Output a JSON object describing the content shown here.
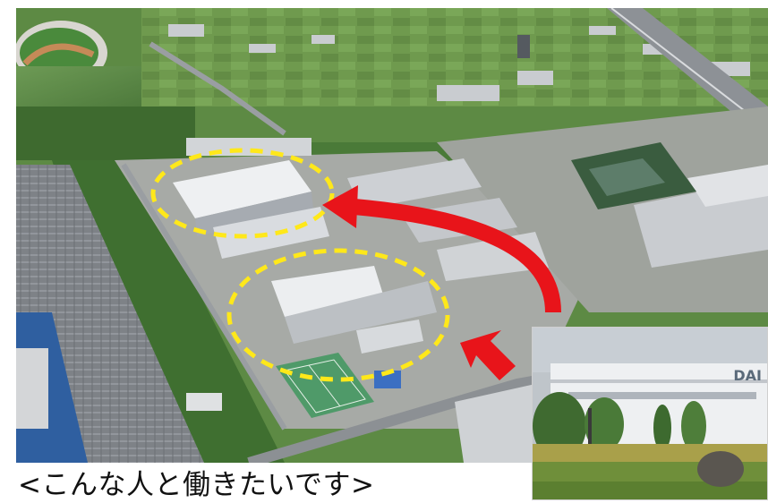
{
  "caption": "<こんな人と働きたいです>",
  "inset_sign": "DAI",
  "colors": {
    "highlight_ring": "#ffe81a",
    "arrow": "#e8141a",
    "grass": "#4f8f3a",
    "roof": "#e4e7ea"
  },
  "icons": {
    "arrow": "curved-red-arrow",
    "pointer": "red-pointer-arrow"
  }
}
